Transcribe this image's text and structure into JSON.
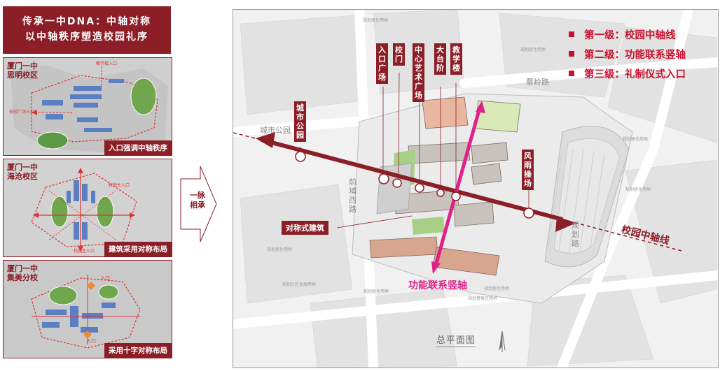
{
  "left_title": {
    "line1": "传承一中DNA：中轴对称",
    "line2": "以中轴秩序塑造校园礼序"
  },
  "campuses": [
    {
      "name": "厦门一中\n思明校区",
      "caption": "入口强调中轴秩序",
      "labels": [
        "教学楼入口",
        "校前广场入口"
      ]
    },
    {
      "name": "厦门一中\n海沧校区",
      "caption": "建筑采用对称布局",
      "labels": [
        "校园主入口",
        "校园主入口"
      ]
    },
    {
      "name": "厦门一中\n集美分校",
      "caption": "采用十字对称布局",
      "labels": [
        "入口",
        "入口"
      ]
    }
  ],
  "middle_arrow": {
    "text": "一脉\n相承"
  },
  "legend": [
    {
      "label": "第一级：校园中轴线"
    },
    {
      "label": "第二级：功能联系竖轴"
    },
    {
      "label": "第三级：礼制仪式入口"
    }
  ],
  "vertical_labels": {
    "entrance_plaza": "入\n口\n广\n场",
    "gate": "校\n门",
    "arts_plaza": "中\n心\n艺\n术\n广\n场",
    "steps": "大\n台\n阶",
    "teaching": "教\n学\n楼",
    "city_park": "城\n市\n公\n园",
    "canopy": "风\n雨\n操\n场"
  },
  "symmetric_tag": "对称式建筑",
  "axis_main": "校园中轴线",
  "axis_vertical": "功能联系竖轴",
  "plan_title": "总平面图",
  "streets": {
    "city_park": "城市公园",
    "qianpu_west": "前\n埔\n西\n路",
    "caiqi": "蔡岭路",
    "east_road": "规\n划\n路"
  },
  "small_labels": {
    "residential_top": "规划居住用地",
    "residential_top2": "规划居住用地",
    "residential_right": "规划居住用地",
    "residential_right2": "规划居住用地",
    "community": "规划社区发展用地",
    "res_bottom": "规划居住用地",
    "police": "规划警备区用地",
    "residential_bottom_right": "规划居住用地",
    "residential_left": "规划居住用地"
  },
  "colors": {
    "brand": "#8b1e26",
    "magenta": "#e0218a",
    "legend_red": "#c8102e"
  }
}
